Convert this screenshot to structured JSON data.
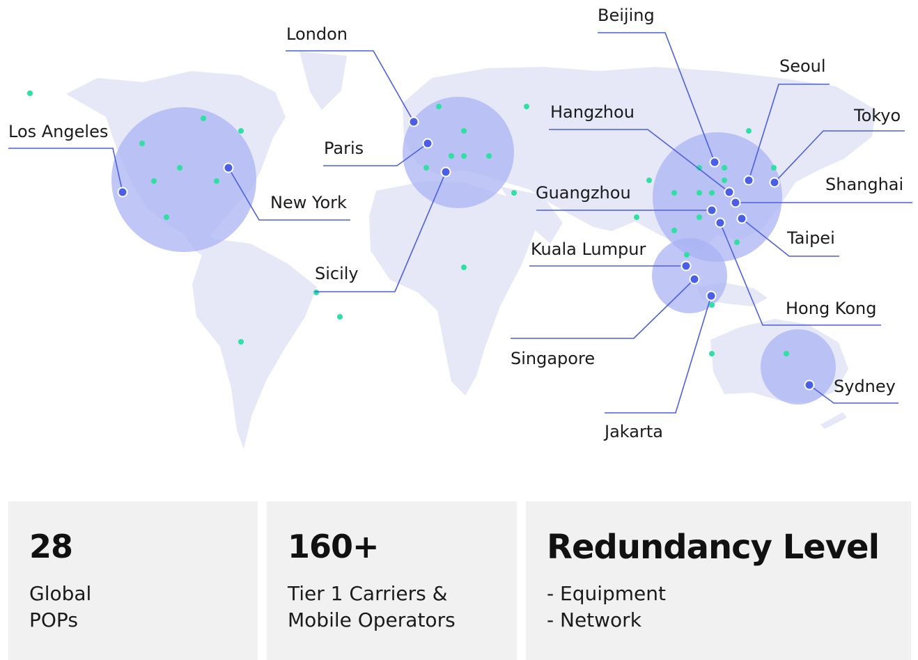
{
  "map": {
    "colors": {
      "land": "#e6e8f8",
      "region_circle": "#a7b1f4",
      "marker": "#4a5fe6",
      "marker_outline": "#ffffff",
      "leader_line": "#4a5fe6",
      "pop_dot": "#2ee0a2"
    },
    "cities": [
      {
        "id": "los-angeles",
        "name": "Los Angeles"
      },
      {
        "id": "new-york",
        "name": "New York"
      },
      {
        "id": "london",
        "name": "London"
      },
      {
        "id": "paris",
        "name": "Paris"
      },
      {
        "id": "sicily",
        "name": "Sicily"
      },
      {
        "id": "beijing",
        "name": "Beijing"
      },
      {
        "id": "seoul",
        "name": "Seoul"
      },
      {
        "id": "tokyo",
        "name": "Tokyo"
      },
      {
        "id": "hangzhou",
        "name": "Hangzhou"
      },
      {
        "id": "shanghai",
        "name": "Shanghai"
      },
      {
        "id": "guangzhou",
        "name": "Guangzhou"
      },
      {
        "id": "taipei",
        "name": "Taipei"
      },
      {
        "id": "kuala-lumpur",
        "name": "Kuala Lumpur"
      },
      {
        "id": "hong-kong",
        "name": "Hong Kong"
      },
      {
        "id": "singapore",
        "name": "Singapore"
      },
      {
        "id": "sydney",
        "name": "Sydney"
      },
      {
        "id": "jakarta",
        "name": "Jakarta"
      }
    ]
  },
  "stats": [
    {
      "id": "pops",
      "value": "28",
      "lines": [
        "Global",
        "POPs"
      ]
    },
    {
      "id": "carriers",
      "value": "160+",
      "lines": [
        "Tier 1 Carriers &",
        "Mobile Operators"
      ]
    },
    {
      "id": "redundancy",
      "value": "Redundancy Level",
      "lines": [
        "- Equipment",
        "- Network"
      ]
    }
  ]
}
